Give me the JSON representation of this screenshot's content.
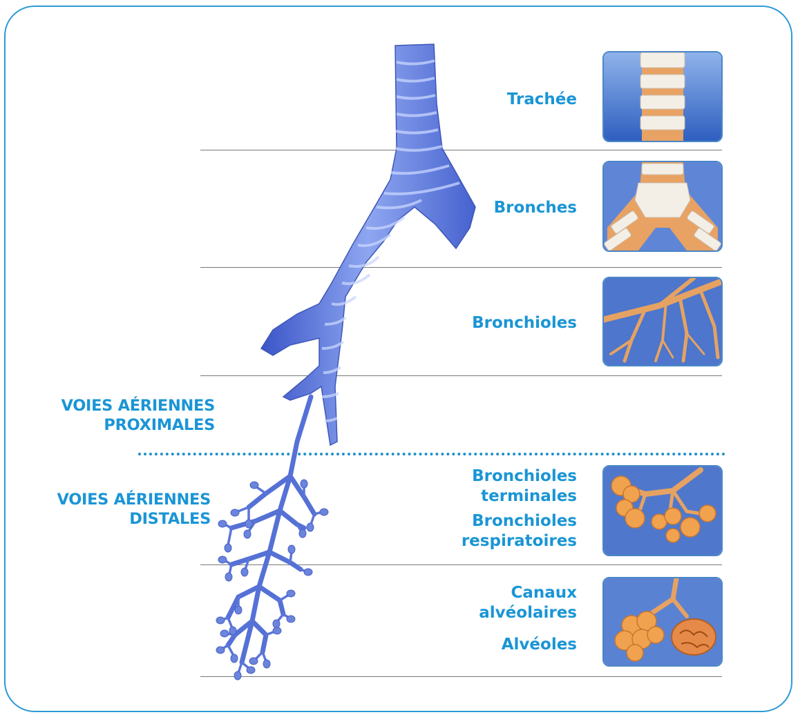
{
  "colors": {
    "accent": "#1a95d5",
    "frame": "#2b9ad6",
    "airway": "#5c7ee6",
    "thumb_bg": "#3f6cc2",
    "tissue": "#e9a05c"
  },
  "labels": {
    "trachee": "Trachée",
    "bronches": "Bronches",
    "bronchioles": "Bronchioles",
    "bronchioles_terminales": [
      "Bronchioles",
      "terminales"
    ],
    "bronchioles_respiratoires": [
      "Bronchioles",
      "respiratoires"
    ],
    "canaux_alveolaires": [
      "Canaux",
      "alvéolaires"
    ],
    "alveoles": "Alvéoles"
  },
  "zones": {
    "proximal": [
      "VOIES AÉRIENNES",
      "PROXIMALES"
    ],
    "distal": [
      "VOIES AÉRIENNES",
      "DISTALES"
    ]
  },
  "icons": [
    "trachea-thumbnail-icon",
    "bronchi-thumbnail-icon",
    "bronchioles-thumbnail-icon",
    "terminal-bronchioles-thumbnail-icon",
    "alveoli-thumbnail-icon"
  ]
}
